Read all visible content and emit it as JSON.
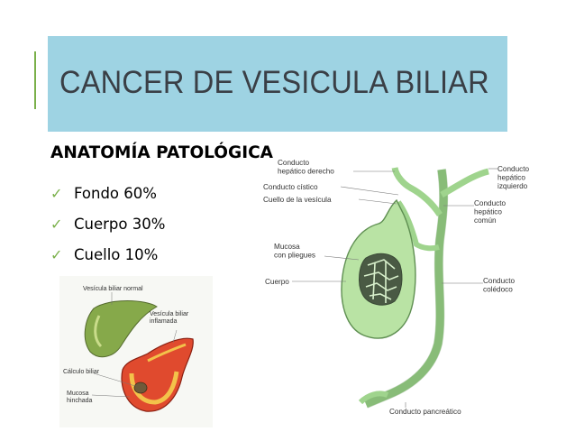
{
  "slide": {
    "title": "CANCER DE VESICULA BILIAR",
    "heading": "ANATOMÍA PATOLÓGICA",
    "bullets": [
      {
        "label": "Fondo 60%"
      },
      {
        "label": "Cuerpo 30%"
      },
      {
        "label": "Cuello 10%"
      }
    ]
  },
  "anatomy_diagram": {
    "labels": {
      "hepatico_derecho": [
        "Conducto",
        "hepático derecho"
      ],
      "cistico": "Conducto cístico",
      "cuello": "Cuello de la vesícula",
      "mucosa": [
        "Mucosa",
        "con pliegues"
      ],
      "cuerpo": "Cuerpo",
      "hepatico_izquierdo": [
        "Conducto",
        "hepático",
        "izquierdo"
      ],
      "hepatico_comun": [
        "Conducto",
        "hepático",
        "común"
      ],
      "coledoco": [
        "Conducto",
        "colédoco"
      ],
      "pancreatico": "Conducto pancreático"
    }
  },
  "inflammation_image": {
    "labels": {
      "normal": "Vesícula biliar normal",
      "inflamada": [
        "Vesícula biliar",
        "inflamada"
      ],
      "calculo": "Cálculo biliar",
      "mucosa": [
        "Mucosa",
        "hinchada"
      ]
    }
  },
  "colors": {
    "title_bar": "#9ed3e3",
    "accent": "#7ab04a",
    "organ_fill": "#b9e3a4",
    "duct": "#9fd48d"
  }
}
